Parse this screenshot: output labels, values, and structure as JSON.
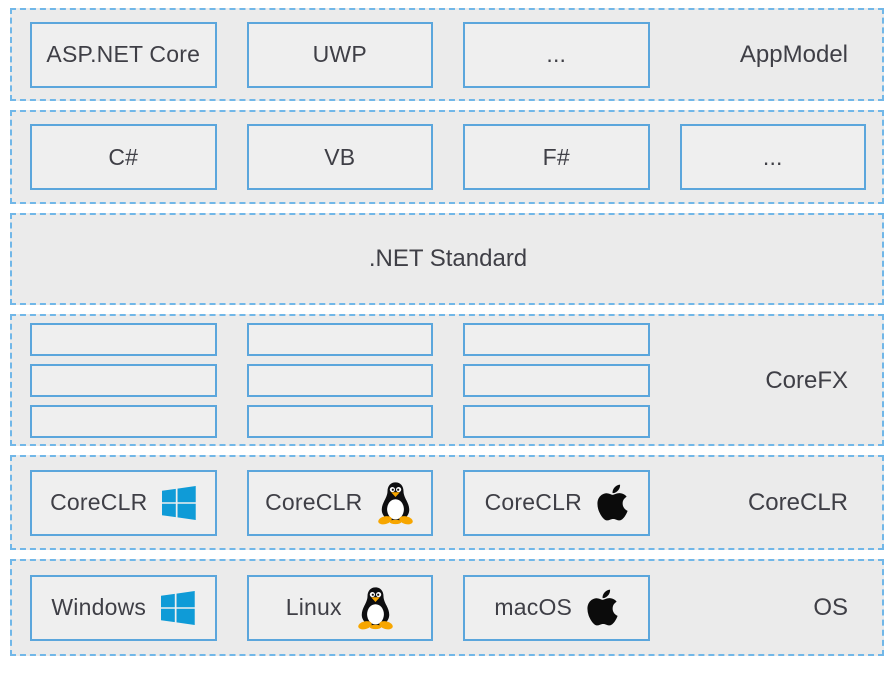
{
  "colors": {
    "dashed_border": "#71b7e8",
    "box_border": "#5ba6dc",
    "section_bg": "#ebebeb",
    "box_bg": "#efefef",
    "label_text": "#3f3f46",
    "windows_blue": "#0f9bd7",
    "tux_orange": "#f7a600",
    "apple_black": "#0b0b0b",
    "page_bg": "#ffffff"
  },
  "sections": [
    {
      "name": "appmodel",
      "label": "AppModel",
      "boxes": [
        {
          "label": "ASP.NET Core"
        },
        {
          "label": "UWP"
        },
        {
          "label": "..."
        }
      ]
    },
    {
      "name": "languages",
      "label": "",
      "boxes": [
        {
          "label": "C#"
        },
        {
          "label": "VB"
        },
        {
          "label": "F#"
        },
        {
          "label": "..."
        }
      ]
    },
    {
      "name": "netstandard",
      "label": ".NET Standard",
      "boxes": []
    },
    {
      "name": "corefx",
      "label": "CoreFX",
      "empty_box_grid": {
        "columns": 3,
        "rows": 3
      }
    },
    {
      "name": "coreclr",
      "label": "CoreCLR",
      "boxes": [
        {
          "label": "CoreCLR",
          "icon": "windows-icon"
        },
        {
          "label": "CoreCLR",
          "icon": "linux-icon"
        },
        {
          "label": "CoreCLR",
          "icon": "apple-icon"
        }
      ]
    },
    {
      "name": "os",
      "label": "OS",
      "boxes": [
        {
          "label": "Windows",
          "icon": "windows-icon"
        },
        {
          "label": "Linux",
          "icon": "linux-icon"
        },
        {
          "label": "macOS",
          "icon": "apple-icon"
        }
      ]
    }
  ]
}
